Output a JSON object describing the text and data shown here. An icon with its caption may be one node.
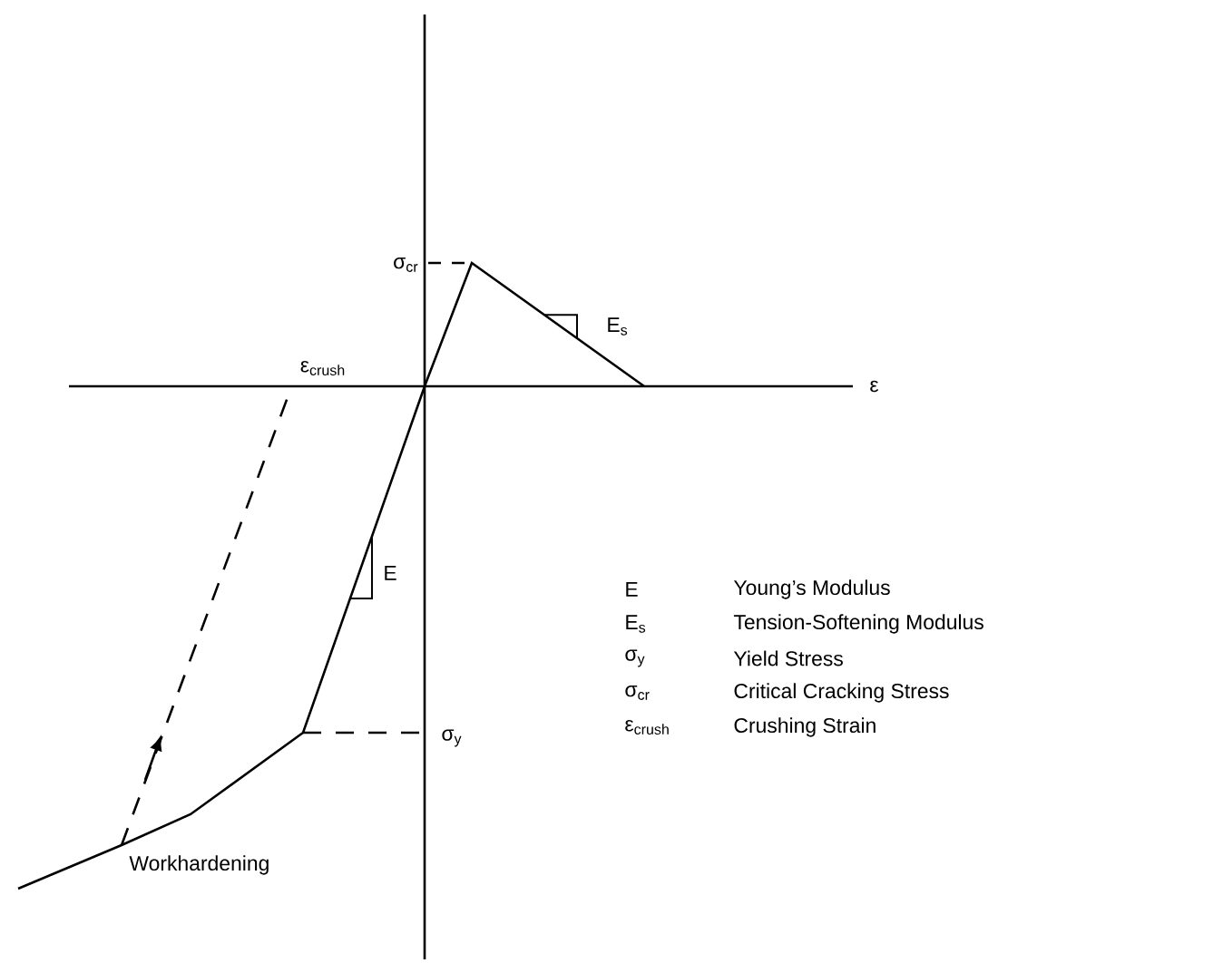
{
  "diagram": {
    "labels": [
      "σ$_{cr}$",
      "E$_{s}$",
      "ε$_{crush}$",
      "ε",
      "E",
      "σ$_{y}$",
      "Workhardening",
      "E",
      "Young’s Modulus",
      "E$_{s}$",
      "Tension-Softening Modulus",
      "σ$_{y}$",
      "Yield Stress",
      "σ$_{cr}$",
      "Critical Cracking Stress",
      "ε$_{crush}$",
      "Crushing Strain"
    ]
  }
}
